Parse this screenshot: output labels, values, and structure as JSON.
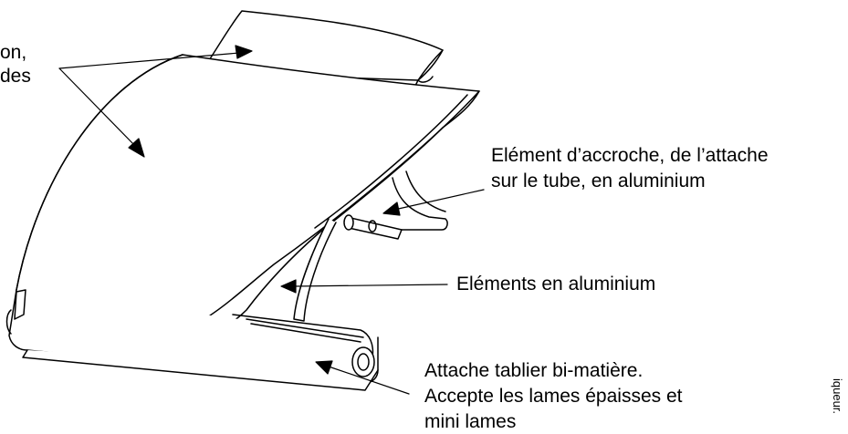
{
  "labels": {
    "top_left": {
      "line1": "on,",
      "line2": "des"
    },
    "accroche": {
      "line1": "Elément d’accroche, de l’attache",
      "line2": "sur le tube, en aluminium"
    },
    "aluminium": "Eléments en aluminium",
    "attache": {
      "line1": "Attache tablier bi-matière.",
      "line2": "Accepte les lames épaisses et",
      "line3": "mini lames"
    },
    "side_text": "iqueur."
  },
  "colors": {
    "line": "#000000",
    "fill": "#ffffff",
    "shade": "#e6e6e6"
  }
}
